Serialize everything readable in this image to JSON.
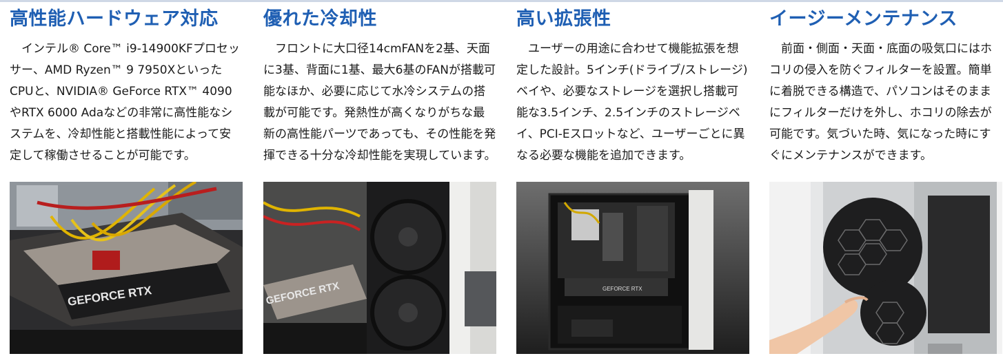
{
  "features": [
    {
      "title": "高性能ハードウェア対応",
      "body": "インテル® Core™ i9-14900KFプロセッサー、AMD Ryzen™ 9 7950XといったCPUと、NVIDIA® GeForce RTX™ 4090やRTX 6000 Adaなどの非常に高性能なシステムを、冷却性能と搭載性能によって安定して稼働させることが可能です。",
      "image_text": "GEFORCE RTX"
    },
    {
      "title": "優れた冷却性",
      "body": "フロントに大口径14cmFANを2基、天面に3基、背面に1基、最大6基のFANが搭載可能なほか、必要に応じて水冷システムの搭載が可能です。発熱性が高くなりがちな最新の高性能パーツであっても、その性能を発揮できる十分な冷却性能を実現しています。",
      "image_text": "GEFORCE RTX"
    },
    {
      "title": "高い拡張性",
      "body": "ユーザーの用途に合わせて機能拡張を想定した設計。5インチ(ドライブ/ストレージ)ベイや、必要なストレージを選択し搭載可能な3.5インチ、2.5インチのストレージベイ、PCI-Eスロットなど、ユーザーごとに異なる必要な機能を追加できます。",
      "image_text": "GEFORCE RTX"
    },
    {
      "title": "イージーメンテナンス",
      "body": "前面・側面・天面・底面の吸気口にはホコリの侵入を防ぐフィルターを設置。簡単に着脱できる構造で、パソコンはそのままにフィルターだけを外し、ホコリの除去が可能です。気づいた時、気になった時にすぐにメンテナンスができます。"
    }
  ],
  "colors": {
    "title": "#1f5fb3",
    "text": "#1a1a1a"
  }
}
